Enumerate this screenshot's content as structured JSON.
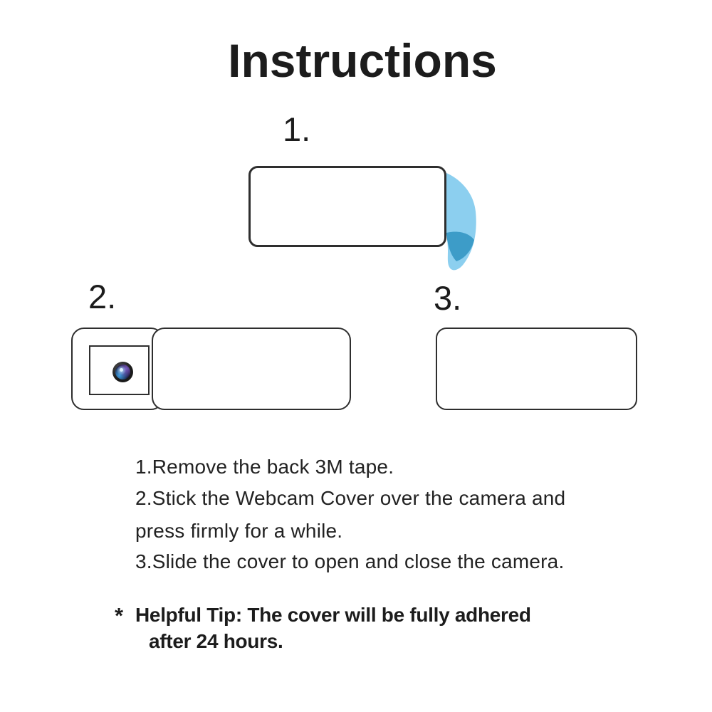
{
  "title": "Instructions",
  "steps": {
    "one": {
      "label": "1."
    },
    "two": {
      "label": "2."
    },
    "three": {
      "label": "3."
    }
  },
  "figures": {
    "step1": "webcam cover back with blue 3M tape peeling off",
    "step2": "webcam cover slid open revealing camera lens",
    "step3": "webcam cover closed"
  },
  "instructions": {
    "line1": "1.Remove the back 3M tape.",
    "line2": "2.Stick the Webcam Cover over the camera and",
    "line3": "press firmly for a while.",
    "line4": "3.Slide the cover to open and close the camera."
  },
  "tip": {
    "marker": "*",
    "line1": "Helpful Tip: The cover will be fully adhered",
    "line2": "after 24 hours."
  },
  "colors": {
    "background": "#ffffff",
    "text": "#1c1c1c",
    "outline": "#2e2e2e",
    "tape-light": "#8CCFEF",
    "tape-dark": "#3D9CC8",
    "lens-ring": "#1a1a1a",
    "lens-purple": "#7b5cc2",
    "lens-blue": "#3f9fe0",
    "lens-highlight": "#a8dcf8"
  }
}
